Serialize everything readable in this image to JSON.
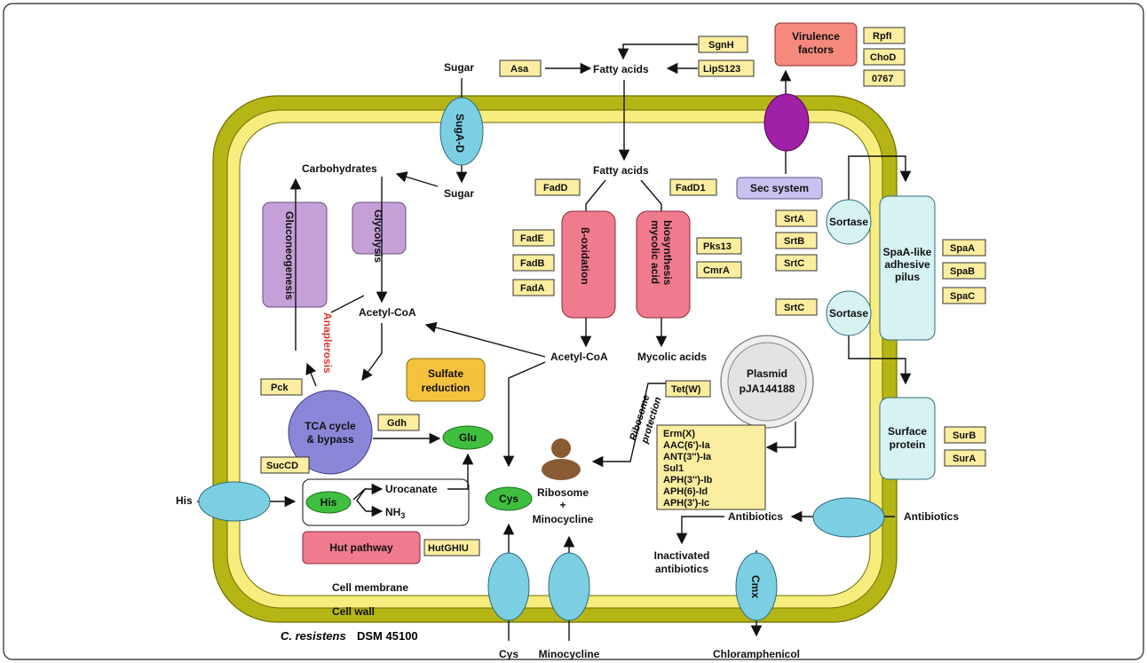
{
  "organism": {
    "italic": "C. resistens",
    "strain": "DSM 45100"
  },
  "membranes": {
    "cell_membrane": "Cell membrane",
    "cell_wall": "Cell wall"
  },
  "colors": {
    "cell_wall": "#b5b515",
    "cell_membrane": "#f7ec7e",
    "transporter": "#7ccfe2",
    "gene": "#fbeea0",
    "pathway_pink": "#f07b8e",
    "pathway_purple": "#c5a0d8",
    "tca": "#8b87d8",
    "metabolite": "#3fbf3f",
    "virulence": "#f5897d",
    "plasmid": "#e3e3e3",
    "sec": "#c9c2ef",
    "sortase": "#d6f2f3",
    "ribosome": "#8a5a33",
    "sulfate": "#f4c23c",
    "anaplerosis": "#e0362f"
  },
  "transporters": {
    "sugar": "SugA-D",
    "cmx": "Cmx"
  },
  "metabolites": {
    "sugar_out": "Sugar",
    "sugar_in": "Sugar",
    "carbohydrates": "Carbohydrates",
    "fatty_acids_out": "Fatty acids",
    "fatty_acids_in": "Fatty acids",
    "acetyl_coa_left": "Acetyl-CoA",
    "acetyl_coa_right": "Acetyl-CoA",
    "mycolic_acids": "Mycolic acids",
    "urocanate": "Urocanate",
    "nh3": "NH",
    "nh3_sub": "3",
    "his_out": "His",
    "his_in": "His",
    "glu": "Glu",
    "cys_in": "Cys",
    "cys_out": "Cys",
    "minocycline_out": "Minocycline",
    "ribosome_line1": "Ribosome",
    "ribosome_line2": "+",
    "ribosome_line3": "Minocycline",
    "antibiotics_out": "Antibiotics",
    "antibiotics_in": "Antibiotics",
    "inactivated_line1": "Inactivated",
    "inactivated_line2": "antibiotics",
    "chloramphenicol": "Chloramphenicol"
  },
  "pathways": {
    "gluconeogenesis": "Gluconeogenesis",
    "glycolysis": "Glycolysis",
    "beta_oxidation": "ß-oxidation",
    "mycolic_line1": "mycolic acid",
    "mycolic_line2": "biosynthesis",
    "tca_line1": "TCA cycle",
    "tca_line2": "& bypass",
    "anaplerosis": "Anaplerosis",
    "hut": "Hut pathway",
    "sulfate_line1": "Sulfate",
    "sulfate_line2": "reduction",
    "ribosome_protection_line1": "Ribosome",
    "ribosome_protection_line2": "protection"
  },
  "genes": {
    "asa": "Asa",
    "sgnh": "SgnH",
    "lips123": "LipS123",
    "fadd": "FadD",
    "fadd1": "FadD1",
    "fade": "FadE",
    "fadb": "FadB",
    "fada": "FadA",
    "pks13": "Pks13",
    "cmra": "CmrA",
    "srta": "SrtA",
    "srtb": "SrtB",
    "srtc1": "SrtC",
    "srtc2": "SrtC",
    "rpfi": "RpfI",
    "chod": "ChoD",
    "g0767": "0767",
    "spaa": "SpaA",
    "spab": "SpaB",
    "spac": "SpaC",
    "surb": "SurB",
    "sura": "SurA",
    "pck": "Pck",
    "gdh": "Gdh",
    "succd": "SucCD",
    "hutghiu": "HutGHIU",
    "tetw": "Tet(W)"
  },
  "resistance_genes": [
    "Erm(X)",
    "AAC(6')-Ia",
    "ANT(3'')-Ia",
    "Sul1",
    "APH(3'')-Ib",
    "APH(6)-Id",
    "APH(3')-Ic"
  ],
  "structures": {
    "virulence_line1": "Virulence",
    "virulence_line2": "factors",
    "sec": "Sec system",
    "sortase1": "Sortase",
    "sortase2": "Sortase",
    "pilus_line1": "SpaA-like",
    "pilus_line2": "adhesive",
    "pilus_line3": "pilus",
    "surface_line1": "Surface",
    "surface_line2": "protein",
    "plasmid_line1": "Plasmid",
    "plasmid_line2": "pJA144188"
  }
}
